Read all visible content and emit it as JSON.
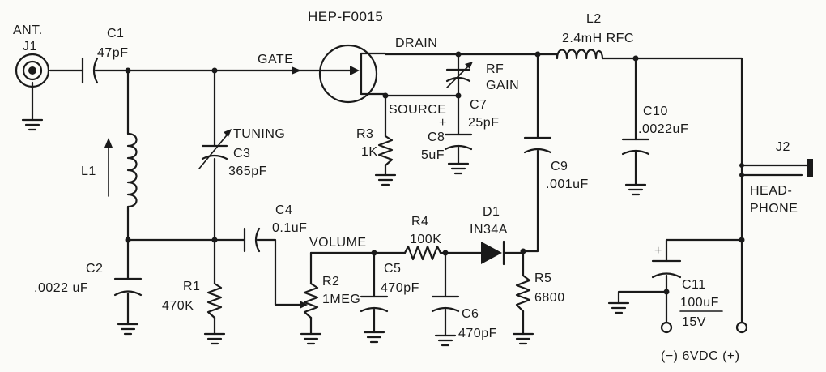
{
  "labels": {
    "ant": "ANT.",
    "j1": "J1",
    "c1": "C1",
    "c1_val": "47pF",
    "fet": "HEP-F0015",
    "gate": "GATE",
    "drain": "DRAIN",
    "source": "SOURCE",
    "l2": "L2",
    "l2_val": "2.4mH RFC",
    "rf": "RF",
    "gain": "GAIN",
    "c7": "C7",
    "c7_val": "25pF",
    "c8": "C8",
    "c8_val": "5uF",
    "r3": "R3",
    "r3_val": "1K",
    "tuning": "TUNING",
    "c3": "C3",
    "c3_val": "365pF",
    "l1": "L1",
    "c9": "C9",
    "c9_val": ".001uF",
    "c10": "C10",
    "c10_val": ".0022uF",
    "j2": "J2",
    "headphone_1": "HEAD-",
    "headphone_2": "PHONE",
    "c4": "C4",
    "c4_val": "0.1uF",
    "volume": "VOLUME",
    "r4": "R4",
    "r4_val": "100K",
    "d1": "D1",
    "d1_val": "IN34A",
    "c2": "C2",
    "c2_val": ".0022 uF",
    "r1": "R1",
    "r1_val": "470K",
    "r2": "R2",
    "r2_val": "1MEG",
    "c5": "C5",
    "c5_val": "470pF",
    "c6": "C6",
    "c6_val": "470pF",
    "r5": "R5",
    "r5_val": "6800",
    "c11": "C11",
    "c11_val1": "100uF",
    "c11_val2": "15V",
    "supply": "(−) 6VDC (+)",
    "plus_c8": "+",
    "plus_c11": "+"
  }
}
